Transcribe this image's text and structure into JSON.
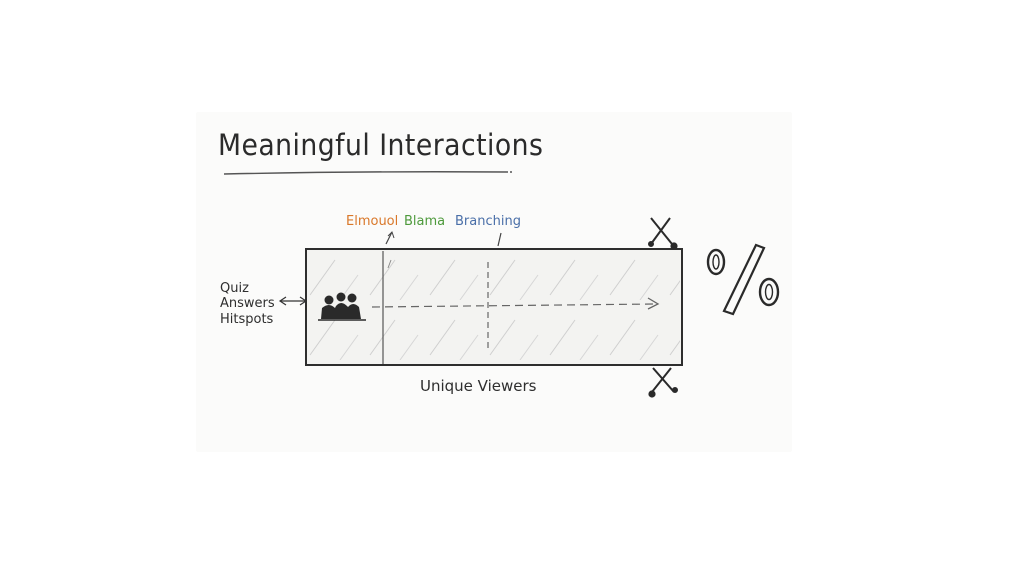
{
  "title": "Meaningful Interactions",
  "top_labels": {
    "orange": "Elmouol",
    "green": "Blama",
    "blue": "Branching"
  },
  "side_labels": [
    "Quiz",
    "Answers",
    "Hitspots"
  ],
  "bottom_label": "Unique Viewers",
  "percent_symbol": "%",
  "colors": {
    "ink": "#2b2b2b",
    "orange": "#d9782a",
    "green": "#4e9a3c",
    "blue": "#4a6fa8"
  }
}
